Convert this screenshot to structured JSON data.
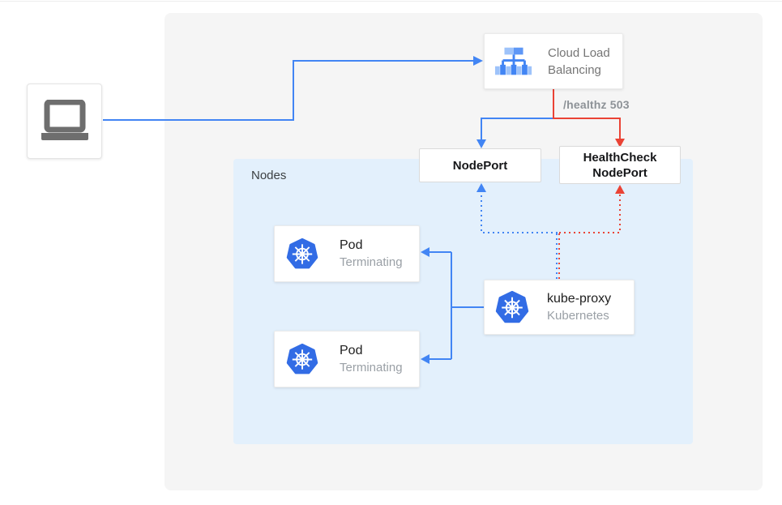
{
  "page": {
    "type": "architecture-diagram",
    "colors": {
      "blue": "#4285f4",
      "red": "#ea4335",
      "kubernetes_blue": "#326ce5",
      "nodes_bg": "#e3f0fc",
      "canvas_bg": "#f5f5f5",
      "muted_text": "#757575"
    }
  },
  "client": {
    "icon": "laptop-icon"
  },
  "load_balancer": {
    "label": "Cloud Load\nBalancing",
    "icon": "cloud-load-balancing-icon"
  },
  "health_check": {
    "label": "/healthz 503"
  },
  "node_port": {
    "label": "NodePort"
  },
  "health_check_node_port": {
    "label": "HealthCheck\nNodePort"
  },
  "nodes_group": {
    "label": "Nodes"
  },
  "pods": [
    {
      "title": "Pod",
      "status": "Terminating",
      "icon": "kubernetes-icon"
    },
    {
      "title": "Pod",
      "status": "Terminating",
      "icon": "kubernetes-icon"
    }
  ],
  "kube_proxy": {
    "title": "kube-proxy",
    "subtitle": "Kubernetes",
    "icon": "kubernetes-icon"
  },
  "edges": [
    {
      "from": "client",
      "to": "cloud-load-balancing",
      "style": "solid",
      "color": "#4285f4"
    },
    {
      "from": "cloud-load-balancing",
      "to": "nodeport",
      "style": "solid",
      "color": "#4285f4"
    },
    {
      "from": "cloud-load-balancing",
      "to": "healthcheck-nodeport",
      "style": "solid",
      "color": "#ea4335",
      "label": "/healthz 503"
    },
    {
      "from": "kube-proxy",
      "to": "nodeport",
      "style": "dotted",
      "color": "#4285f4"
    },
    {
      "from": "kube-proxy",
      "to": "healthcheck-nodeport",
      "style": "dotted",
      "color": "#ea4335"
    },
    {
      "from": "kube-proxy",
      "to": "pod-1",
      "style": "solid",
      "color": "#4285f4"
    },
    {
      "from": "kube-proxy",
      "to": "pod-2",
      "style": "solid",
      "color": "#4285f4"
    }
  ]
}
